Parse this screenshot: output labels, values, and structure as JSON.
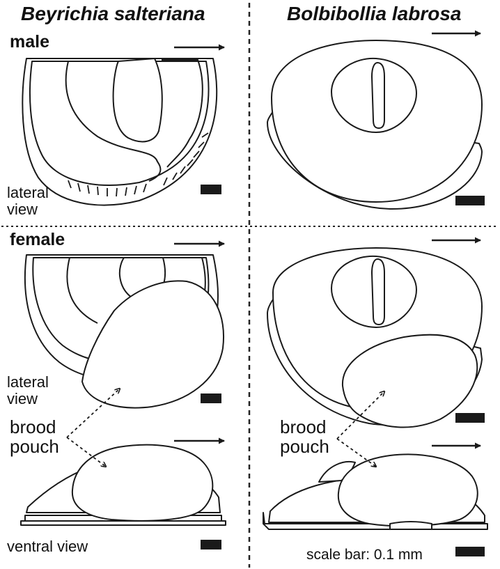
{
  "species": {
    "left": "Beyrichia salteriana",
    "right": "Bolbibollia labrosa"
  },
  "sex_labels": {
    "male": "male",
    "female": "female"
  },
  "view_labels": {
    "lateral_line1": "lateral",
    "lateral_line2": "view",
    "ventral": "ventral view"
  },
  "brood_pouch": {
    "line1": "brood",
    "line2": "pouch"
  },
  "scale_bar": {
    "label": "scale bar: 0.1 mm"
  },
  "icons": [
    "anterior-arrow-icon",
    "scale-bar-icon"
  ]
}
